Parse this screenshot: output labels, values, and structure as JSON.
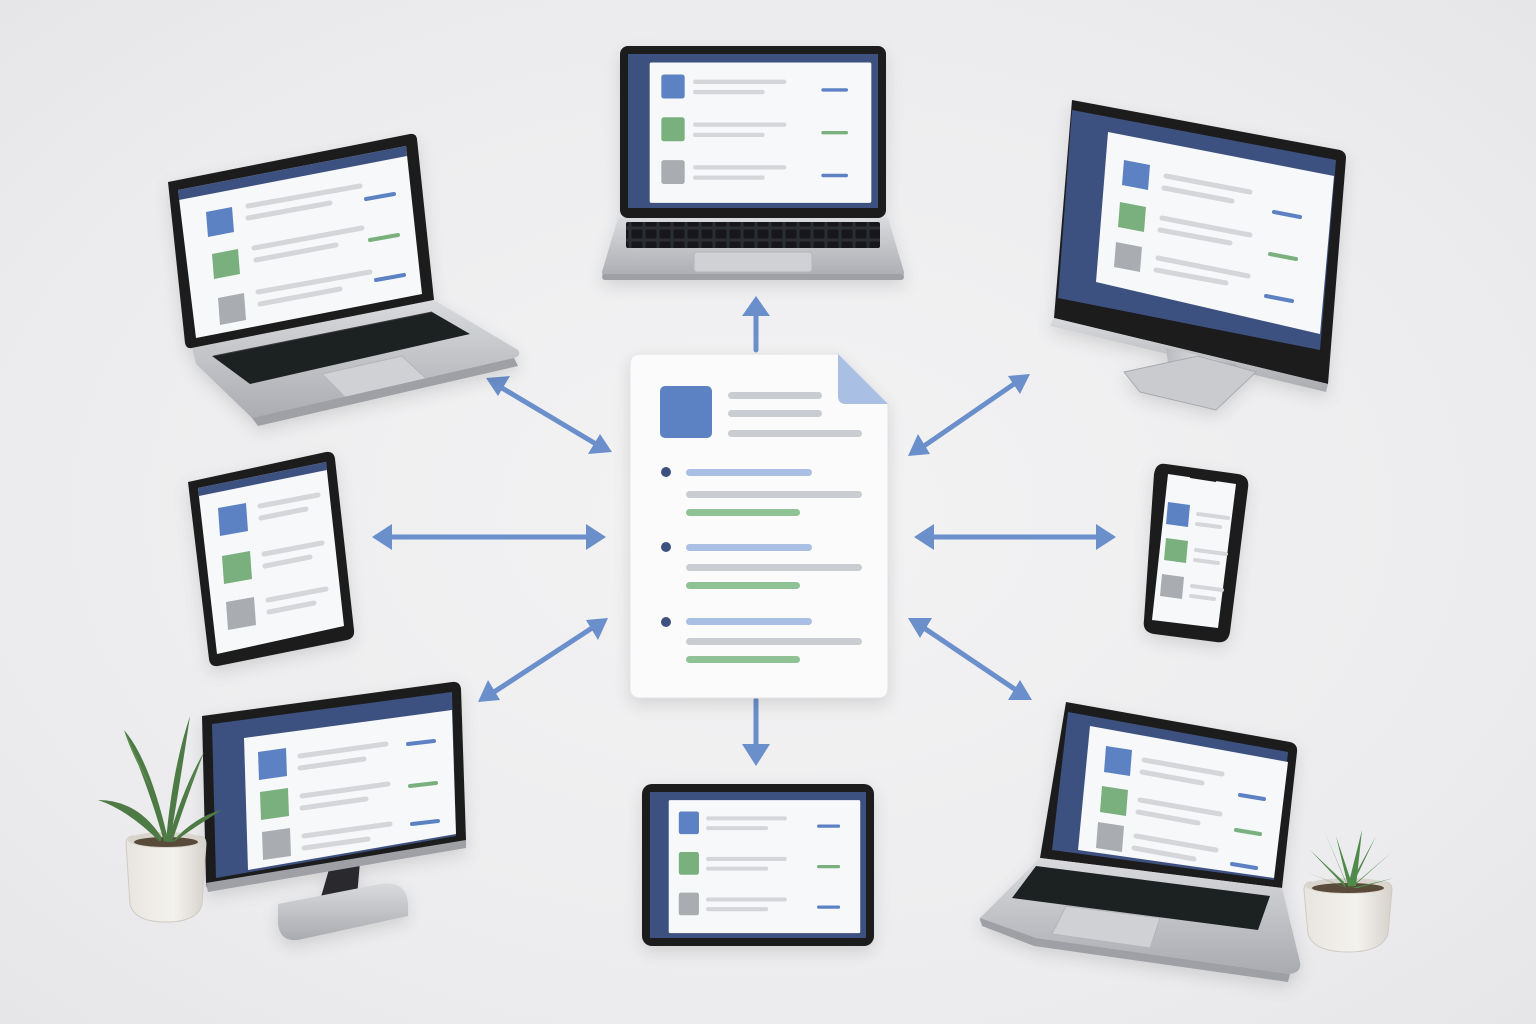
{
  "colors": {
    "background": "#ececee",
    "accent_blue": "#5b82c4",
    "accent_green": "#79b07e",
    "neutral_gray": "#a9adb2",
    "line_gray": "#d4d6da",
    "sidebar_navy": "#3e5180",
    "bezel": "#1b1c1f",
    "aluminum": "#c3c5c9",
    "arrow": "#6a8fcb"
  },
  "central_document": {
    "icon": "document-icon",
    "list_items": 3
  },
  "device_screen_rows": [
    "blue",
    "green",
    "gray"
  ],
  "devices": [
    {
      "name": "laptop-top",
      "type": "laptop"
    },
    {
      "name": "laptop-upper-left",
      "type": "laptop"
    },
    {
      "name": "imac-upper-right",
      "type": "desktop-monitor"
    },
    {
      "name": "tablet-left",
      "type": "tablet"
    },
    {
      "name": "phone-right",
      "type": "smartphone"
    },
    {
      "name": "monitor-lower-left",
      "type": "desktop-monitor"
    },
    {
      "name": "tablet-bottom",
      "type": "tablet"
    },
    {
      "name": "laptop-lower-right",
      "type": "laptop"
    }
  ],
  "decorations": [
    "plant-icon",
    "succulent-icon"
  ],
  "arrows": [
    "up",
    "up-right",
    "right",
    "down-right",
    "down",
    "down-left",
    "left",
    "up-left"
  ]
}
